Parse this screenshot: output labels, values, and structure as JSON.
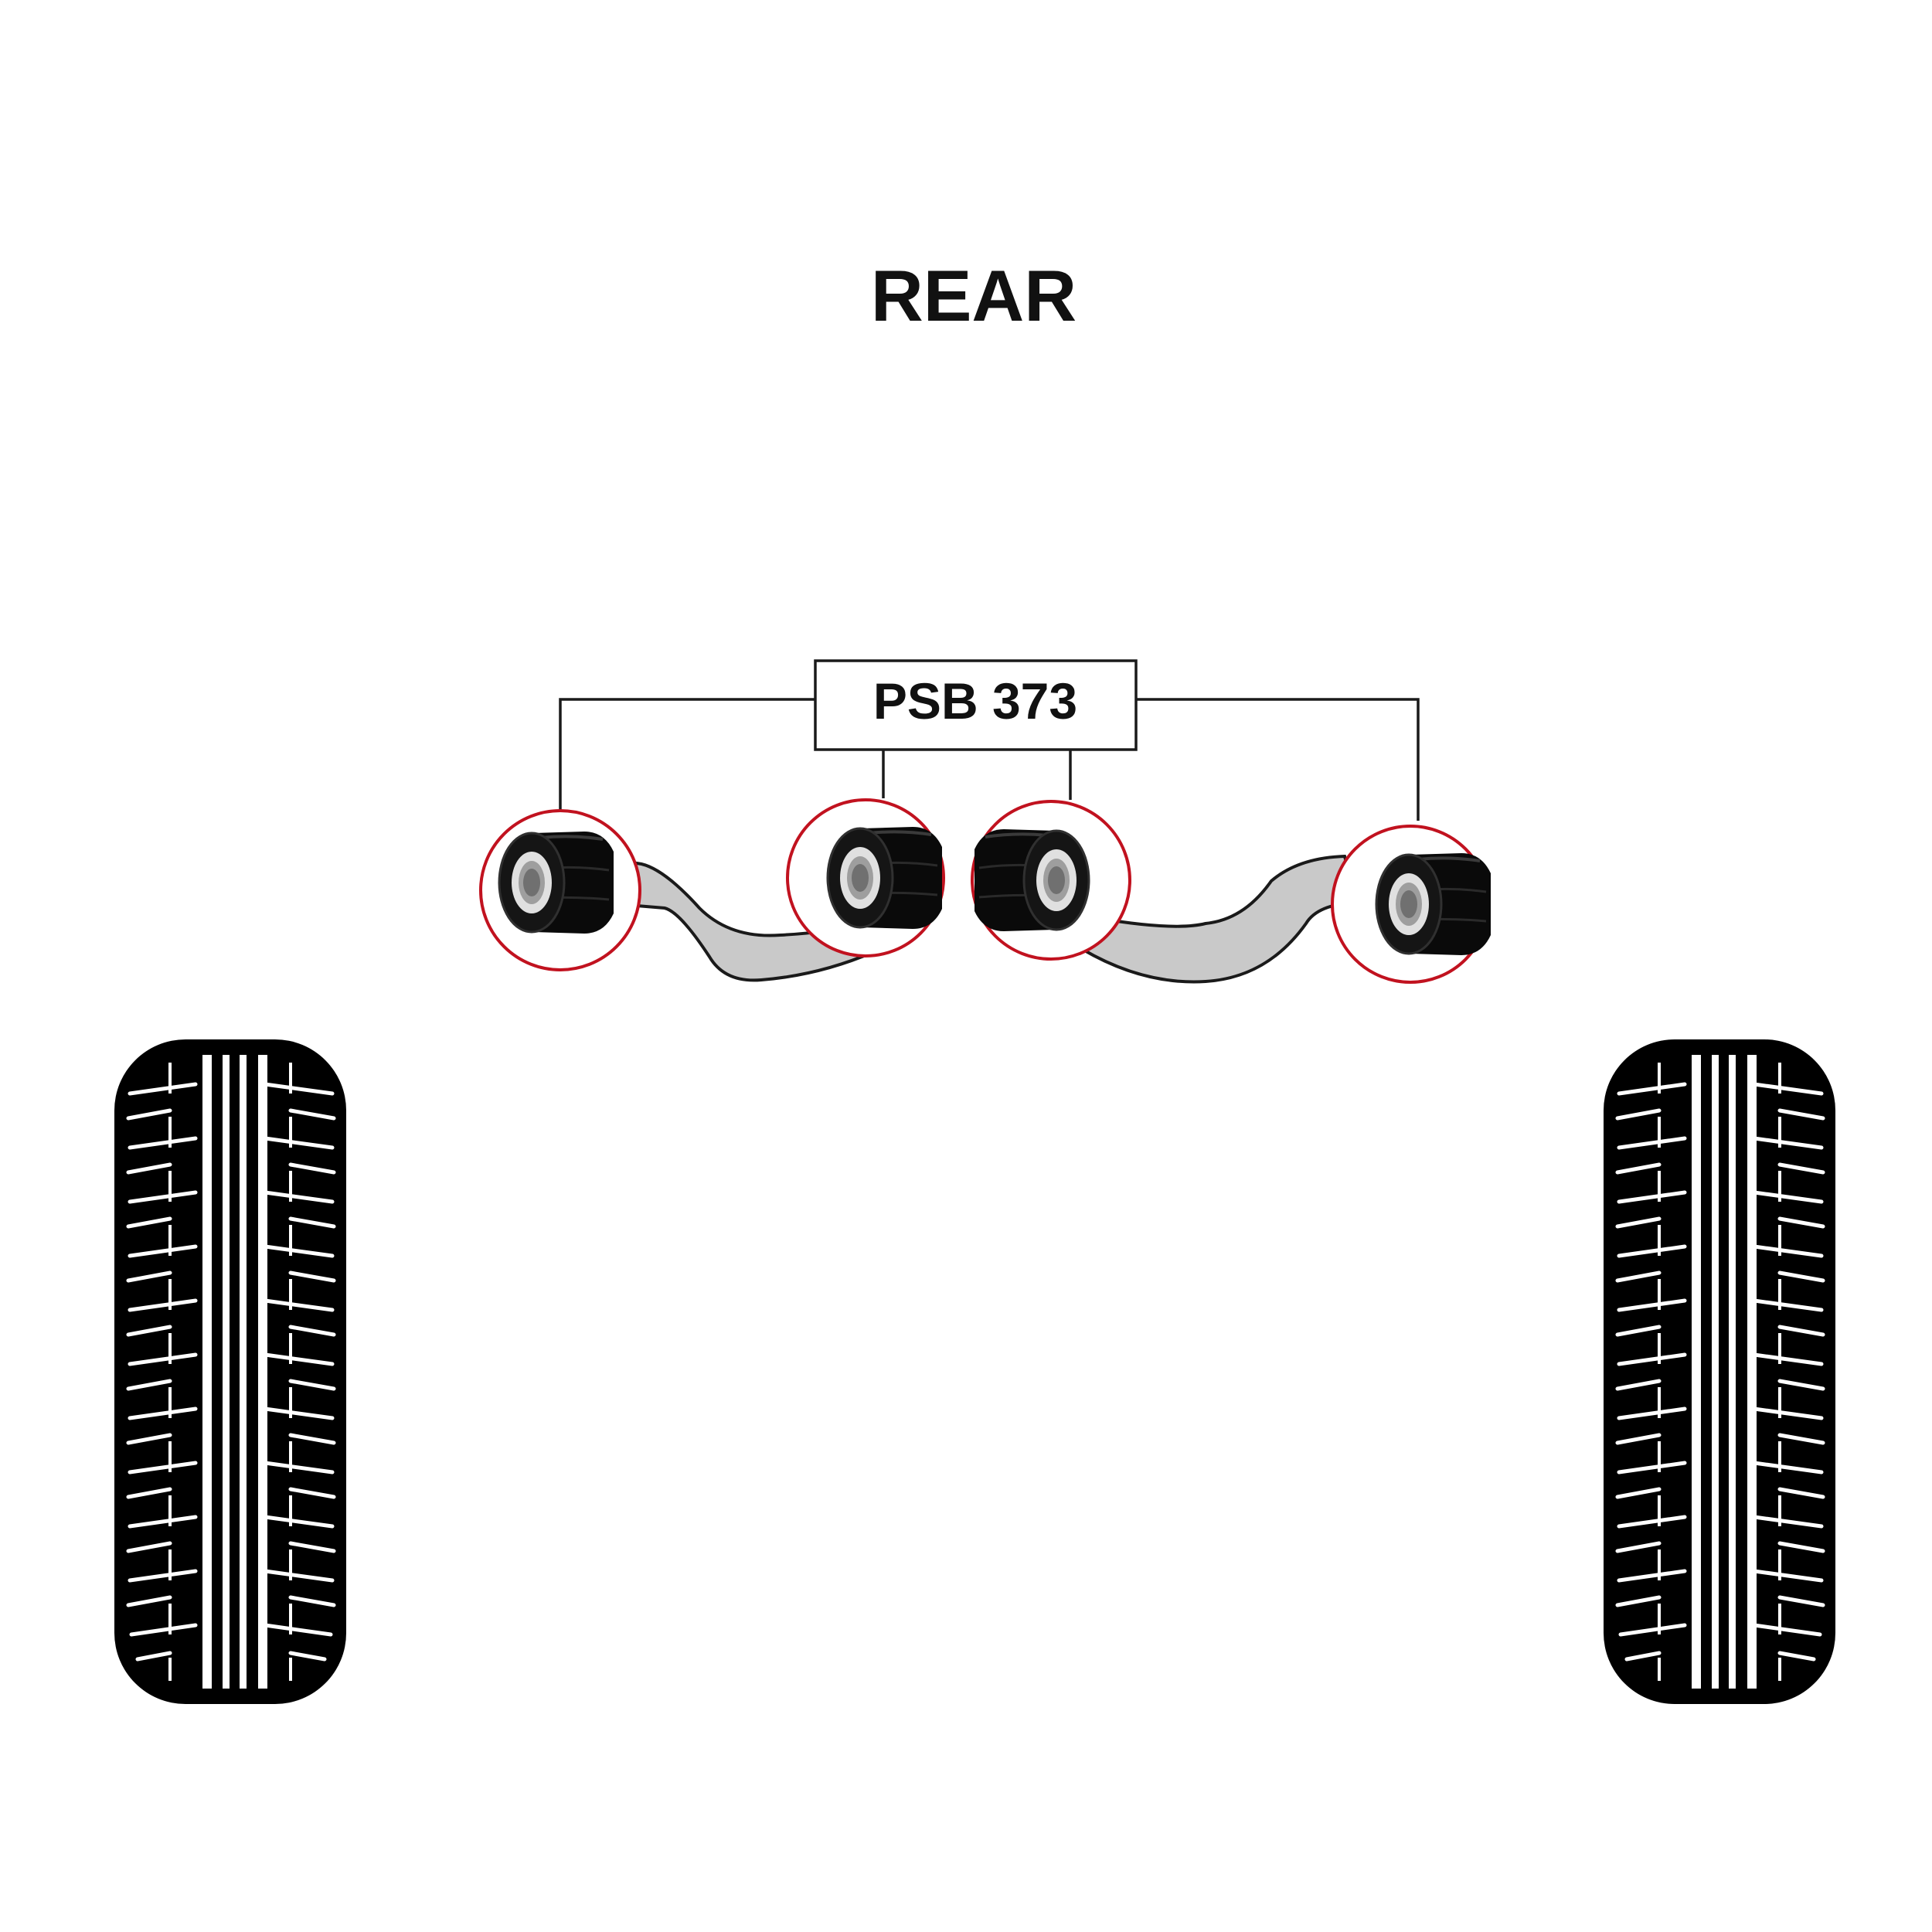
{
  "diagram": {
    "title": "REAR",
    "part_number": "PSB 373",
    "highlight_color": "#c1121f",
    "arm_color": "#c9c9c9",
    "bushing_color": "#0a0a0a",
    "tyre_color": "#000000",
    "bushing_count": 4,
    "icons": [
      "bushing-icon",
      "tyre-icon",
      "control-arm"
    ]
  }
}
